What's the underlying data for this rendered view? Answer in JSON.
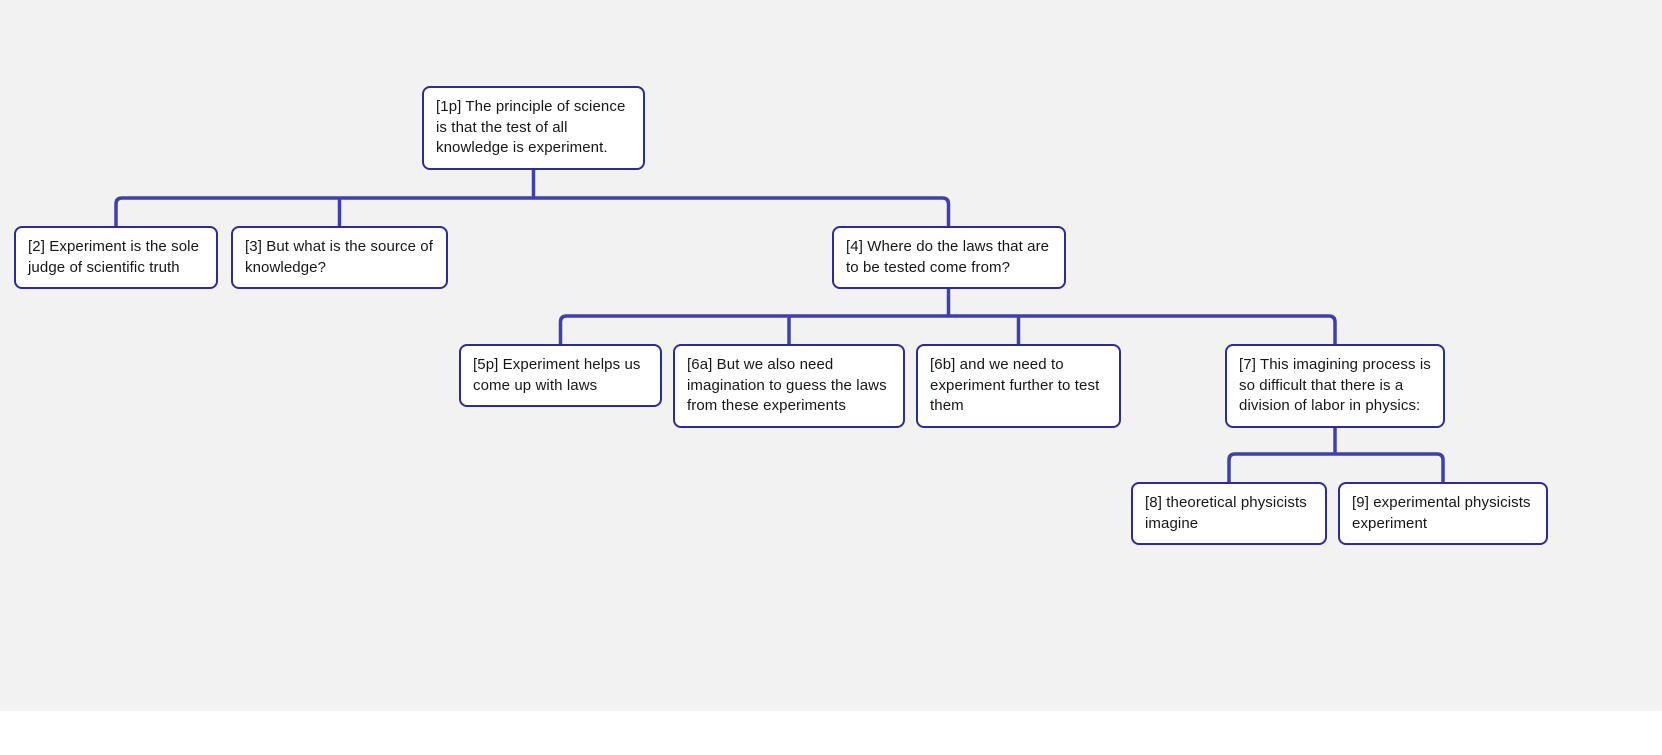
{
  "canvas": {
    "background": "#f2f2f3",
    "node_border_color": "#2b2b9c",
    "connector_color": "#3f3fae"
  },
  "nodes": [
    {
      "id": "1p",
      "label": "[1p] The principle of science is that the test of all knowledge is experiment."
    },
    {
      "id": "2",
      "label": "[2] Experiment is the sole judge of scientific truth"
    },
    {
      "id": "3",
      "label": "[3] But what is the source of knowledge?"
    },
    {
      "id": "4",
      "label": "[4] Where do the laws that are to be tested come from?"
    },
    {
      "id": "5p",
      "label": "[5p] Experiment helps us come up with laws"
    },
    {
      "id": "6a",
      "label": "[6a] But we also need imagination to guess the laws from these experiments"
    },
    {
      "id": "6b",
      "label": "[6b] and we need to experiment further to test them"
    },
    {
      "id": "7",
      "label": "[7] This imagining process is so difficult that there is a division of labor in physics:"
    },
    {
      "id": "8",
      "label": "[8] theoretical physicists imagine"
    },
    {
      "id": "9",
      "label": "[9] experimental physicists experiment"
    }
  ]
}
